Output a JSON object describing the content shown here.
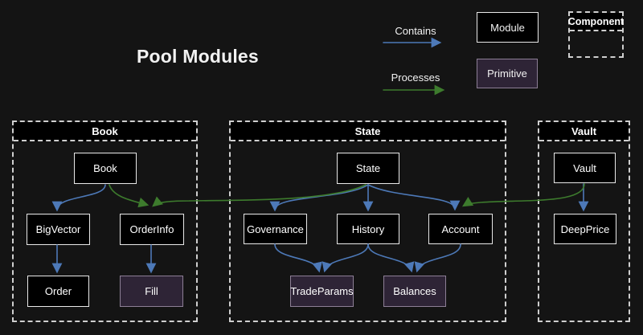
{
  "title": "Pool Modules",
  "colors": {
    "contains_blue": "#4d79b8",
    "processes_green": "#3d7b2d",
    "primitive_fill": "#2e2436",
    "primitive_border": "#8d7f96"
  },
  "legend": {
    "contains_label": "Contains",
    "processes_label": "Processes",
    "module_label": "Module",
    "primitive_label": "Primitive",
    "component_label": "Component"
  },
  "containers": {
    "book": {
      "title": "Book",
      "nodes": {
        "book": "Book",
        "bigvector": "BigVector",
        "orderinfo": "OrderInfo",
        "order": "Order",
        "fill": "Fill"
      }
    },
    "state": {
      "title": "State",
      "nodes": {
        "state": "State",
        "governance": "Governance",
        "history": "History",
        "account": "Account",
        "tradeparams": "TradeParams",
        "balances": "Balances"
      }
    },
    "vault": {
      "title": "Vault",
      "nodes": {
        "vault": "Vault",
        "deepprice": "DeepPrice"
      }
    }
  },
  "edges": [
    {
      "from": "Book",
      "to": "BigVector",
      "type": "contains"
    },
    {
      "from": "BigVector",
      "to": "Order",
      "type": "contains"
    },
    {
      "from": "OrderInfo",
      "to": "Fill",
      "type": "contains"
    },
    {
      "from": "Book",
      "to": "OrderInfo",
      "type": "processes"
    },
    {
      "from": "State",
      "to": "OrderInfo",
      "type": "processes"
    },
    {
      "from": "State",
      "to": "Governance",
      "type": "contains"
    },
    {
      "from": "State",
      "to": "History",
      "type": "contains"
    },
    {
      "from": "State",
      "to": "Account",
      "type": "contains"
    },
    {
      "from": "Governance",
      "to": "TradeParams",
      "type": "contains"
    },
    {
      "from": "History",
      "to": "TradeParams",
      "type": "contains"
    },
    {
      "from": "History",
      "to": "Balances",
      "type": "contains"
    },
    {
      "from": "Account",
      "to": "Balances",
      "type": "contains"
    },
    {
      "from": "Vault",
      "to": "DeepPrice",
      "type": "contains"
    },
    {
      "from": "Vault",
      "to": "Account",
      "type": "processes"
    }
  ]
}
